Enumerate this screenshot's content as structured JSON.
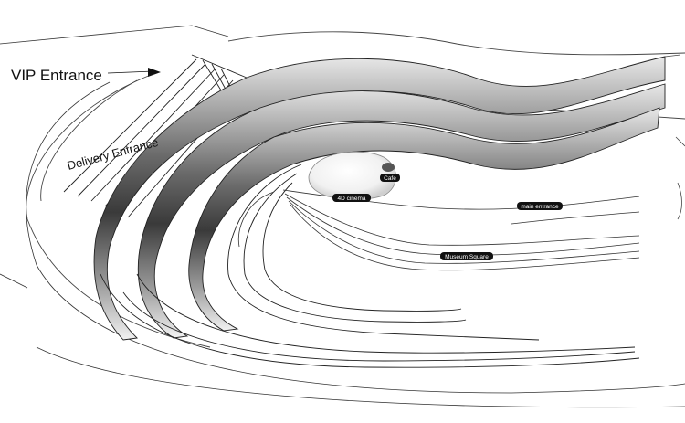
{
  "labels": {
    "vip_entrance": "VIP Entrance",
    "delivery_entrance": "Delivery Entrance"
  },
  "tags": {
    "cafe": "Cafe",
    "cinema": "4D cinema",
    "main_entrance": "main entrance",
    "museum_square": "Museum Square"
  }
}
